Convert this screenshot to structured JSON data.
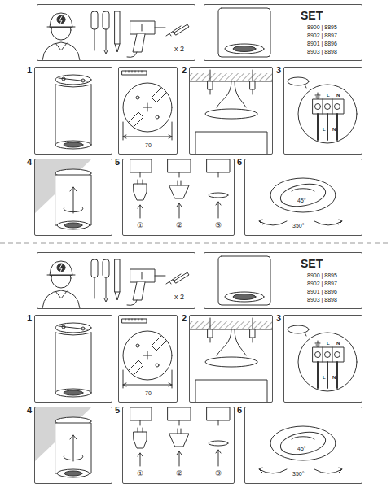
{
  "diagram": {
    "nodes": [
      {
        "text": [
          "x 2"
        ]
      },
      {
        "text": [
          "SET",
          "8900 | 8895",
          "8902 | 8897",
          "8901 | 8896",
          "8903 | 8898"
        ]
      },
      {
        "text": [
          "1"
        ]
      },
      {
        "text": [
          "70"
        ]
      },
      {
        "text": [
          "2"
        ]
      },
      {
        "text": [
          "3",
          "L",
          "N",
          "L",
          "N"
        ]
      },
      {
        "text": [
          "4"
        ]
      },
      {
        "text": [
          "5",
          "①",
          "②",
          "③"
        ]
      },
      {
        "text": [
          "6",
          "45°",
          "350°"
        ]
      },
      {
        "text": [
          "x 2"
        ]
      },
      {
        "text": [
          "SET",
          "8900 | 8895",
          "8902 | 8897",
          "8901 | 8896",
          "8903 | 8898"
        ]
      },
      {
        "text": [
          "1"
        ]
      },
      {
        "text": [
          "70"
        ]
      },
      {
        "text": [
          "2"
        ]
      },
      {
        "text": [
          "3",
          "L",
          "N",
          "L",
          "N"
        ]
      },
      {
        "text": [
          "4"
        ]
      },
      {
        "text": [
          "5",
          "①",
          "②",
          "③"
        ]
      },
      {
        "text": [
          "6",
          "45°",
          "350°"
        ]
      }
    ]
  }
}
